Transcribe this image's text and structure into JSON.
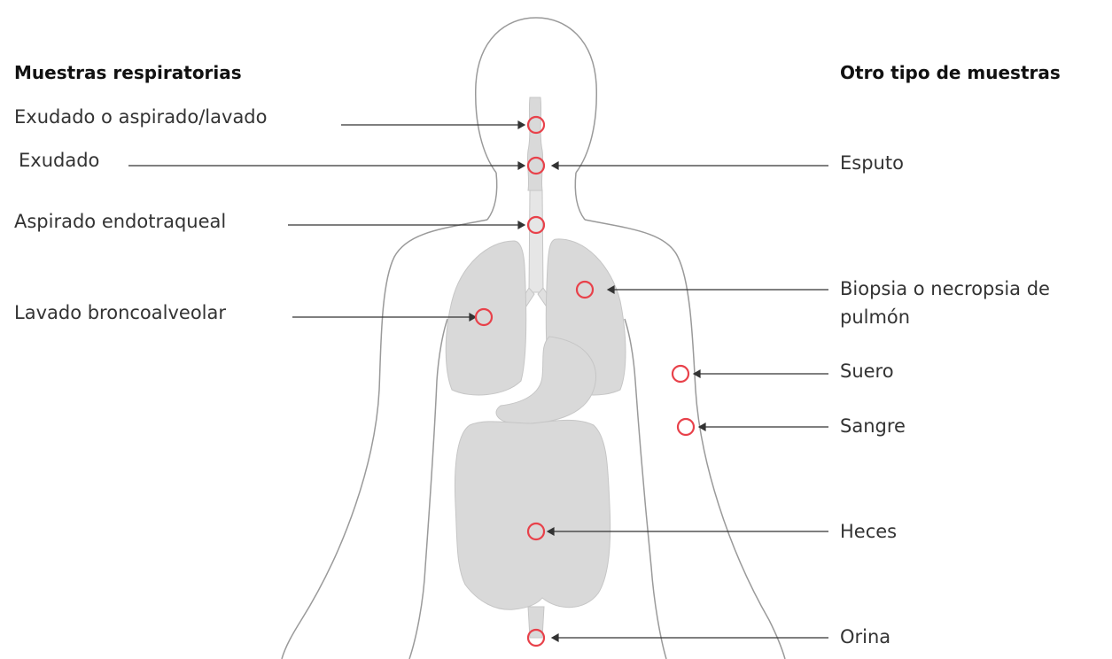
{
  "title": "",
  "headings": {
    "left": "Muestras respiratorias",
    "right": "Otro tipo de muestras"
  },
  "left_labels": [
    {
      "id": "exudado-aspirado",
      "text": "Exudado o aspirado/lavado"
    },
    {
      "id": "exudado",
      "text": "Exudado"
    },
    {
      "id": "aspirado-endotraqueal",
      "text": "Aspirado endotraqueal"
    },
    {
      "id": "lavado-broncoalveolar",
      "text": "Lavado broncoalveolar"
    }
  ],
  "right_labels": [
    {
      "id": "esputo",
      "text": "Esputo"
    },
    {
      "id": "biopsia",
      "text": "Biopsia o necropsia de pulmón"
    },
    {
      "id": "suero",
      "text": "Suero"
    },
    {
      "id": "sangre",
      "text": "Sangre"
    },
    {
      "id": "heces",
      "text": "Heces"
    },
    {
      "id": "orina",
      "text": "Orina"
    }
  ],
  "colors": {
    "marker": "#e8414a",
    "organ": "#d9d9d9",
    "outline": "#9a9a9a",
    "line": "#333333"
  }
}
